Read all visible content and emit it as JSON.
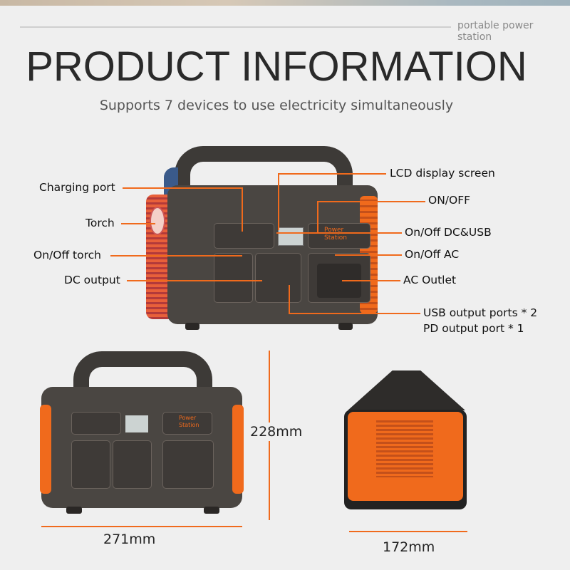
{
  "header": {
    "tagline": "portable power station",
    "title": "PRODUCT INFORMATION",
    "subtitle": "Supports 7 devices to use electricity simultaneously"
  },
  "callouts": {
    "charging_port": "Charging port",
    "torch": "Torch",
    "on_off_torch": "On/Off torch",
    "dc_output": "DC output",
    "lcd": "LCD display screen",
    "on_off": "ON/OFF",
    "on_off_dc_usb": "On/Off  DC&USB",
    "on_off_ac": "On/Off AC",
    "ac_outlet": "AC Outlet",
    "usb_ports": "USB output ports * 2",
    "pd_port": "PD output port * 1"
  },
  "device_panel": {
    "power_station": "Power Station"
  },
  "dimensions": {
    "height": "228mm",
    "width": "271mm",
    "depth": "172mm"
  },
  "colors": {
    "accent": "#f06a1c",
    "body": "#4a4642",
    "background": "#efefef"
  }
}
